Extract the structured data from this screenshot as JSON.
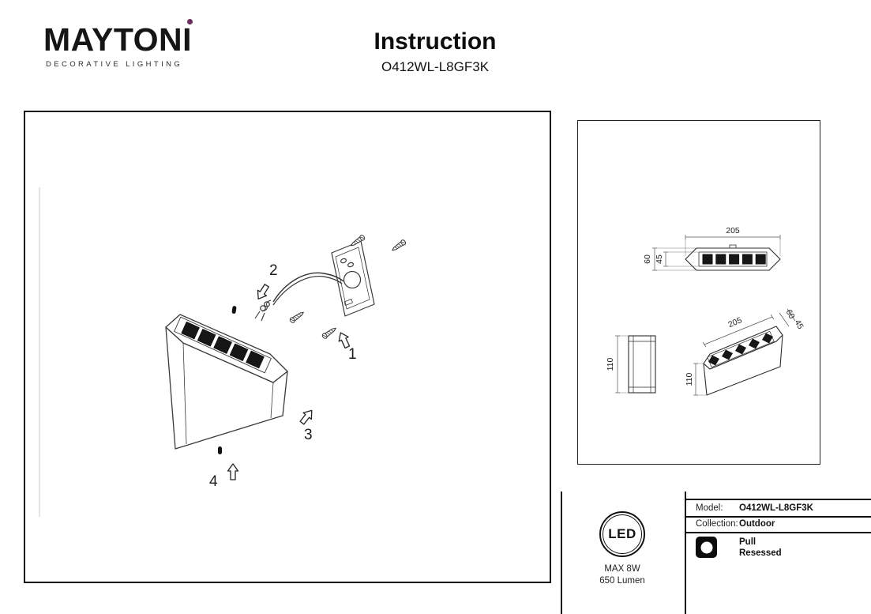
{
  "header": {
    "brand": "MAYTONI",
    "brand_sub": "DECORATIVE LIGHTING",
    "title": "Instruction",
    "model": "O412WL-L8GF3K"
  },
  "diagram": {
    "steps": [
      "1",
      "2",
      "3",
      "4"
    ]
  },
  "dimensions": {
    "front": {
      "width": "205",
      "height_outer": "60",
      "height_inner": "45"
    },
    "side": {
      "height": "110"
    },
    "iso": {
      "width": "205",
      "height_outer": "60",
      "height_inner": "45",
      "depth": "110"
    }
  },
  "specs": {
    "led_label": "LED",
    "max_power": "MAX 8W",
    "lumen": "650 Lumen",
    "model_label": "Model:",
    "model_value": "O412WL-L8GF3K",
    "collection_label": "Collection:",
    "collection_value": "Outdoor",
    "mount_line1": "Pull",
    "mount_line2": "Resessed"
  },
  "colors": {
    "accent": "#6b2c5c",
    "ink": "#111111"
  }
}
